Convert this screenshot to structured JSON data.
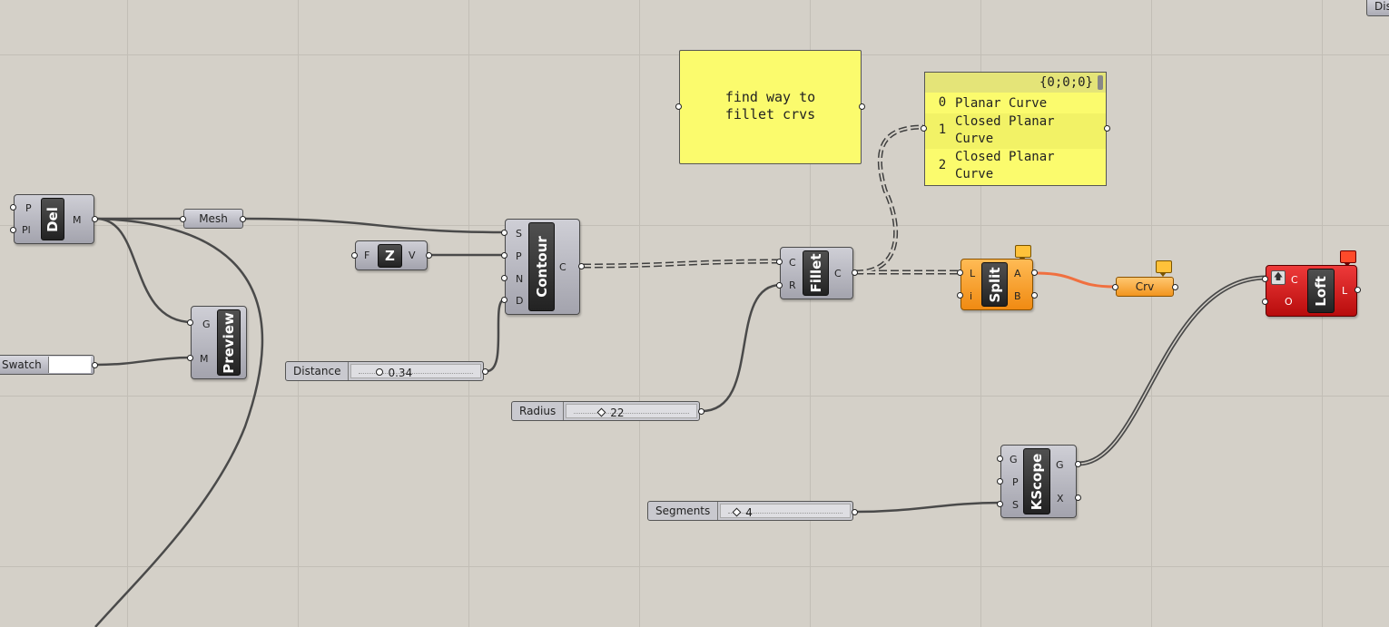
{
  "corner_tab": "Dis",
  "components": {
    "del": {
      "name": "Del",
      "inputs": [
        "P",
        "Pl"
      ],
      "outputs": [
        "M"
      ]
    },
    "preview": {
      "name": "Preview",
      "inputs": [
        "G",
        "M"
      ]
    },
    "contour": {
      "name": "Contour",
      "inputs": [
        "S",
        "P",
        "N",
        "D"
      ],
      "outputs": [
        "C"
      ]
    },
    "unit_z": {
      "name": "Z",
      "inputs": [
        "F"
      ],
      "outputs": [
        "V"
      ]
    },
    "fillet": {
      "name": "Fillet",
      "inputs": [
        "C",
        "R"
      ],
      "outputs": [
        "C"
      ]
    },
    "split": {
      "name": "Split",
      "inputs": [
        "L",
        "i"
      ],
      "outputs": [
        "A",
        "B"
      ]
    },
    "loft": {
      "name": "Loft",
      "inputs": [
        "C",
        "O"
      ],
      "outputs": [
        "L"
      ]
    },
    "kscope": {
      "name": "KScope",
      "inputs": [
        "G",
        "P",
        "S"
      ],
      "outputs": [
        "G",
        "X"
      ]
    }
  },
  "params": {
    "mesh": "Mesh",
    "crv": "Crv",
    "swatch": "Swatch"
  },
  "sliders": {
    "distance": {
      "label": "Distance",
      "value": "0.34"
    },
    "radius": {
      "label": "Radius",
      "value": "22"
    },
    "segments": {
      "label": "Segments",
      "value": "4"
    }
  },
  "note_panel": {
    "text": "find way to\nfillet crvs"
  },
  "list_panel": {
    "path": "{0;0;0}",
    "items": [
      {
        "index": "0",
        "text": "Planar Curve"
      },
      {
        "index": "1",
        "text": "Closed Planar\nCurve"
      },
      {
        "index": "2",
        "text": "Closed Planar\nCurve"
      }
    ]
  },
  "colors": {
    "canvas": "#d4d0c8",
    "panel_yellow": "#fbfb6d",
    "component_orange": "#f08a12",
    "component_red": "#b80c0c",
    "wire_selected": "#f07040"
  }
}
